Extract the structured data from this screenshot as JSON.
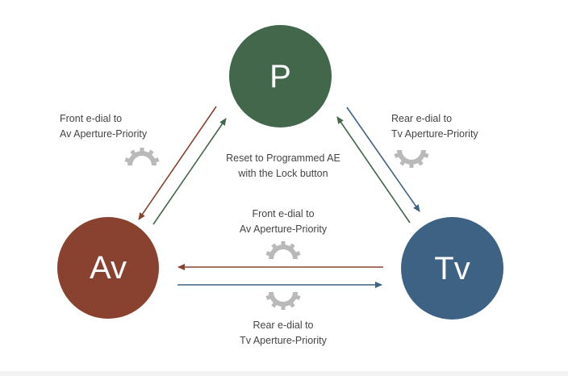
{
  "nodes": {
    "p": {
      "label": "P",
      "color": "#42674a"
    },
    "av": {
      "label": "Av",
      "color": "#8a4230"
    },
    "tv": {
      "label": "Tv",
      "color": "#3e6284"
    }
  },
  "labels": {
    "front_av_top": {
      "line1": "Front e-dial to",
      "line2": "Av Aperture-Priority"
    },
    "rear_tv_top": {
      "line1": "Rear e-dial to",
      "line2": "Tv Aperture-Priority"
    },
    "reset": {
      "line1": "Reset to Programmed AE",
      "line2": "with the Lock button"
    },
    "front_av_mid": {
      "line1": "Front e-dial to",
      "line2": "Av Aperture-Priority"
    },
    "rear_tv_bottom": {
      "line1": "Rear e-dial to",
      "line2": "Tv Aperture-Priority"
    }
  },
  "colors": {
    "to_av_arrow": "#8a4230",
    "to_p_arrow_green": "#42674a",
    "to_tv_arrow_blue": "#3e6284",
    "dial_icon": "#b9b9b9"
  },
  "icons": [
    "dial-icon"
  ]
}
